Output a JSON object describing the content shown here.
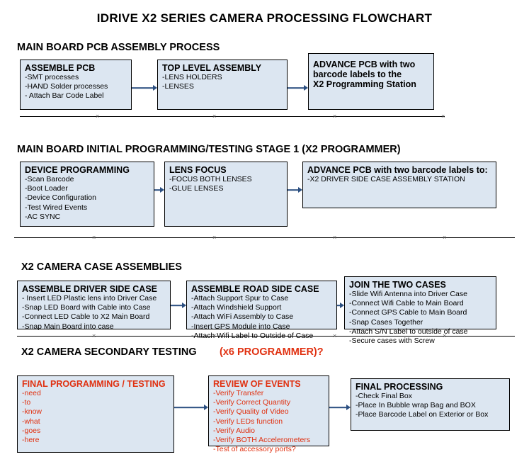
{
  "title": "IDRIVE X2  SERIES CAMERA PROCESSING FLOWCHART",
  "sections": [
    {
      "heading": "MAIN BOARD PCB ASSEMBLY PROCESS",
      "boxes": [
        {
          "title": "ASSEMBLE PCB",
          "items": [
            "-SMT processes",
            "-HAND Solder processes",
            "- Attach Bar Code Label"
          ]
        },
        {
          "title": "TOP LEVEL ASSEMBLY",
          "items": [
            "-LENS HOLDERS",
            "-LENSES"
          ]
        },
        {
          "title": "ADVANCE PCB with two\nbarcode labels to the\nX2 Programming Station",
          "items": []
        }
      ]
    },
    {
      "heading": "MAIN BOARD INITIAL PROGRAMMING/TESTING STAGE 1 (X2 PROGRAMMER)",
      "boxes": [
        {
          "title": "DEVICE PROGRAMMING",
          "items": [
            "-Scan Barcode",
            "-Boot Loader",
            "-Device Configuration",
            "-Test Wired Events",
            "-AC SYNC"
          ]
        },
        {
          "title": "LENS FOCUS",
          "items": [
            "-FOCUS BOTH LENSES",
            "-GLUE LENSES"
          ]
        },
        {
          "title": "ADVANCE PCB with two barcode labels to:",
          "items": [
            "-X2 DRIVER  SIDE  CASE  ASSEMBLY STATION"
          ]
        }
      ]
    },
    {
      "heading": "X2 CAMERA CASE ASSEMBLIES",
      "boxes": [
        {
          "title": "ASSEMBLE DRIVER SIDE CASE",
          "items": [
            "- Insert LED Plastic lens into Driver Case",
            "-Snap LED Board with Cable into Case",
            "-Connect LED Cable to X2 Main Board",
            "-Snap Main Board into case"
          ]
        },
        {
          "title": "ASSEMBLE ROAD SIDE CASE",
          "items": [
            "-Attach Support Spur to Case",
            "-Attach Windshield Support",
            "-Attach WiFi Assembly to Case",
            "-Insert GPS Module into Case",
            "-Attach Wifi Label to Outside of Case"
          ]
        },
        {
          "title": "JOIN THE TWO CASES",
          "items": [
            "-Slide Wifi Antenna into Driver Case",
            "-Connect Wifi Cable to Main Board",
            "-Connect GPS Cable to Main Board",
            "-Snap Cases Together",
            "-Attach S/N Label to outside of case",
            "-Secure cases with Screw"
          ]
        }
      ]
    },
    {
      "heading": "X2 CAMERA SECONDARY TESTING",
      "heading_red": "(x6 PROGRAMMER)?",
      "boxes": [
        {
          "title": "FINAL PROGRAMMING / TESTING",
          "items": [
            "-need",
            "-to",
            "-know",
            "-what",
            "-goes",
            "-here"
          ],
          "color": "red"
        },
        {
          "title": "REVIEW OF EVENTS",
          "items": [
            "-Verify Transfer",
            "-Verify Correct Quantity",
            "-Verify Quality of Video",
            "-Verify LEDs function",
            "-Verify Audio",
            "-Verify BOTH Accelerometers",
            "-Test of accessory ports?"
          ],
          "color": "red"
        },
        {
          "title": "FINAL PROCESSING",
          "items": [
            "-Check Final Box",
            "-Place In Bubble wrap Bag and BOX",
            "-Place Barcode Label on Exterior or Box"
          ]
        }
      ]
    }
  ],
  "colors": {
    "box_fill": "#dce6f1",
    "box_border": "#000000",
    "arrow": "#2b4f81",
    "red_text": "#e03010"
  }
}
